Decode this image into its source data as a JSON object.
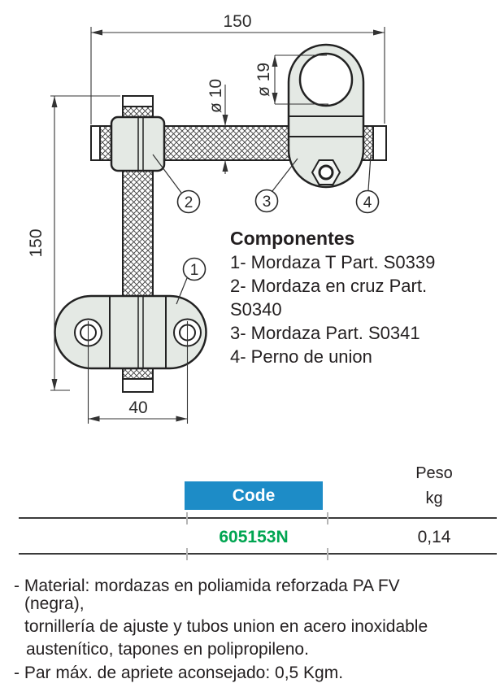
{
  "drawing": {
    "dims": {
      "width": "150",
      "height": "150",
      "tube_diameter": "ø 10",
      "hole_diameter": "ø 19",
      "base_width": "40"
    },
    "callouts": [
      "1",
      "2",
      "3",
      "4"
    ]
  },
  "components": {
    "title": "Componentes",
    "items": [
      "1- Mordaza T Part. S0339",
      "2- Mordaza en cruz Part.",
      "S0340",
      "3- Mordaza Part. S0341",
      "4- Perno de union"
    ]
  },
  "table": {
    "code_header": "Code",
    "weight_header_line1": "Peso",
    "weight_header_line2": "kg",
    "rows": [
      {
        "code": "605153N",
        "peso": "0,14"
      }
    ]
  },
  "notes": {
    "lines": [
      "- Material: mordazas en poliamida reforzada PA FV",
      "(negra),",
      "tornillería de ajuste y tubos union en acero inoxidable",
      "austenítico, tapones en polipropileno.",
      "- Par máx. de apriete aconsejado: 0,5 Kgm."
    ]
  },
  "colors": {
    "header_blue": "#1d8cc7",
    "code_green": "#00a551",
    "part_fill": "#e4e9e4",
    "ink": "#231f20"
  }
}
